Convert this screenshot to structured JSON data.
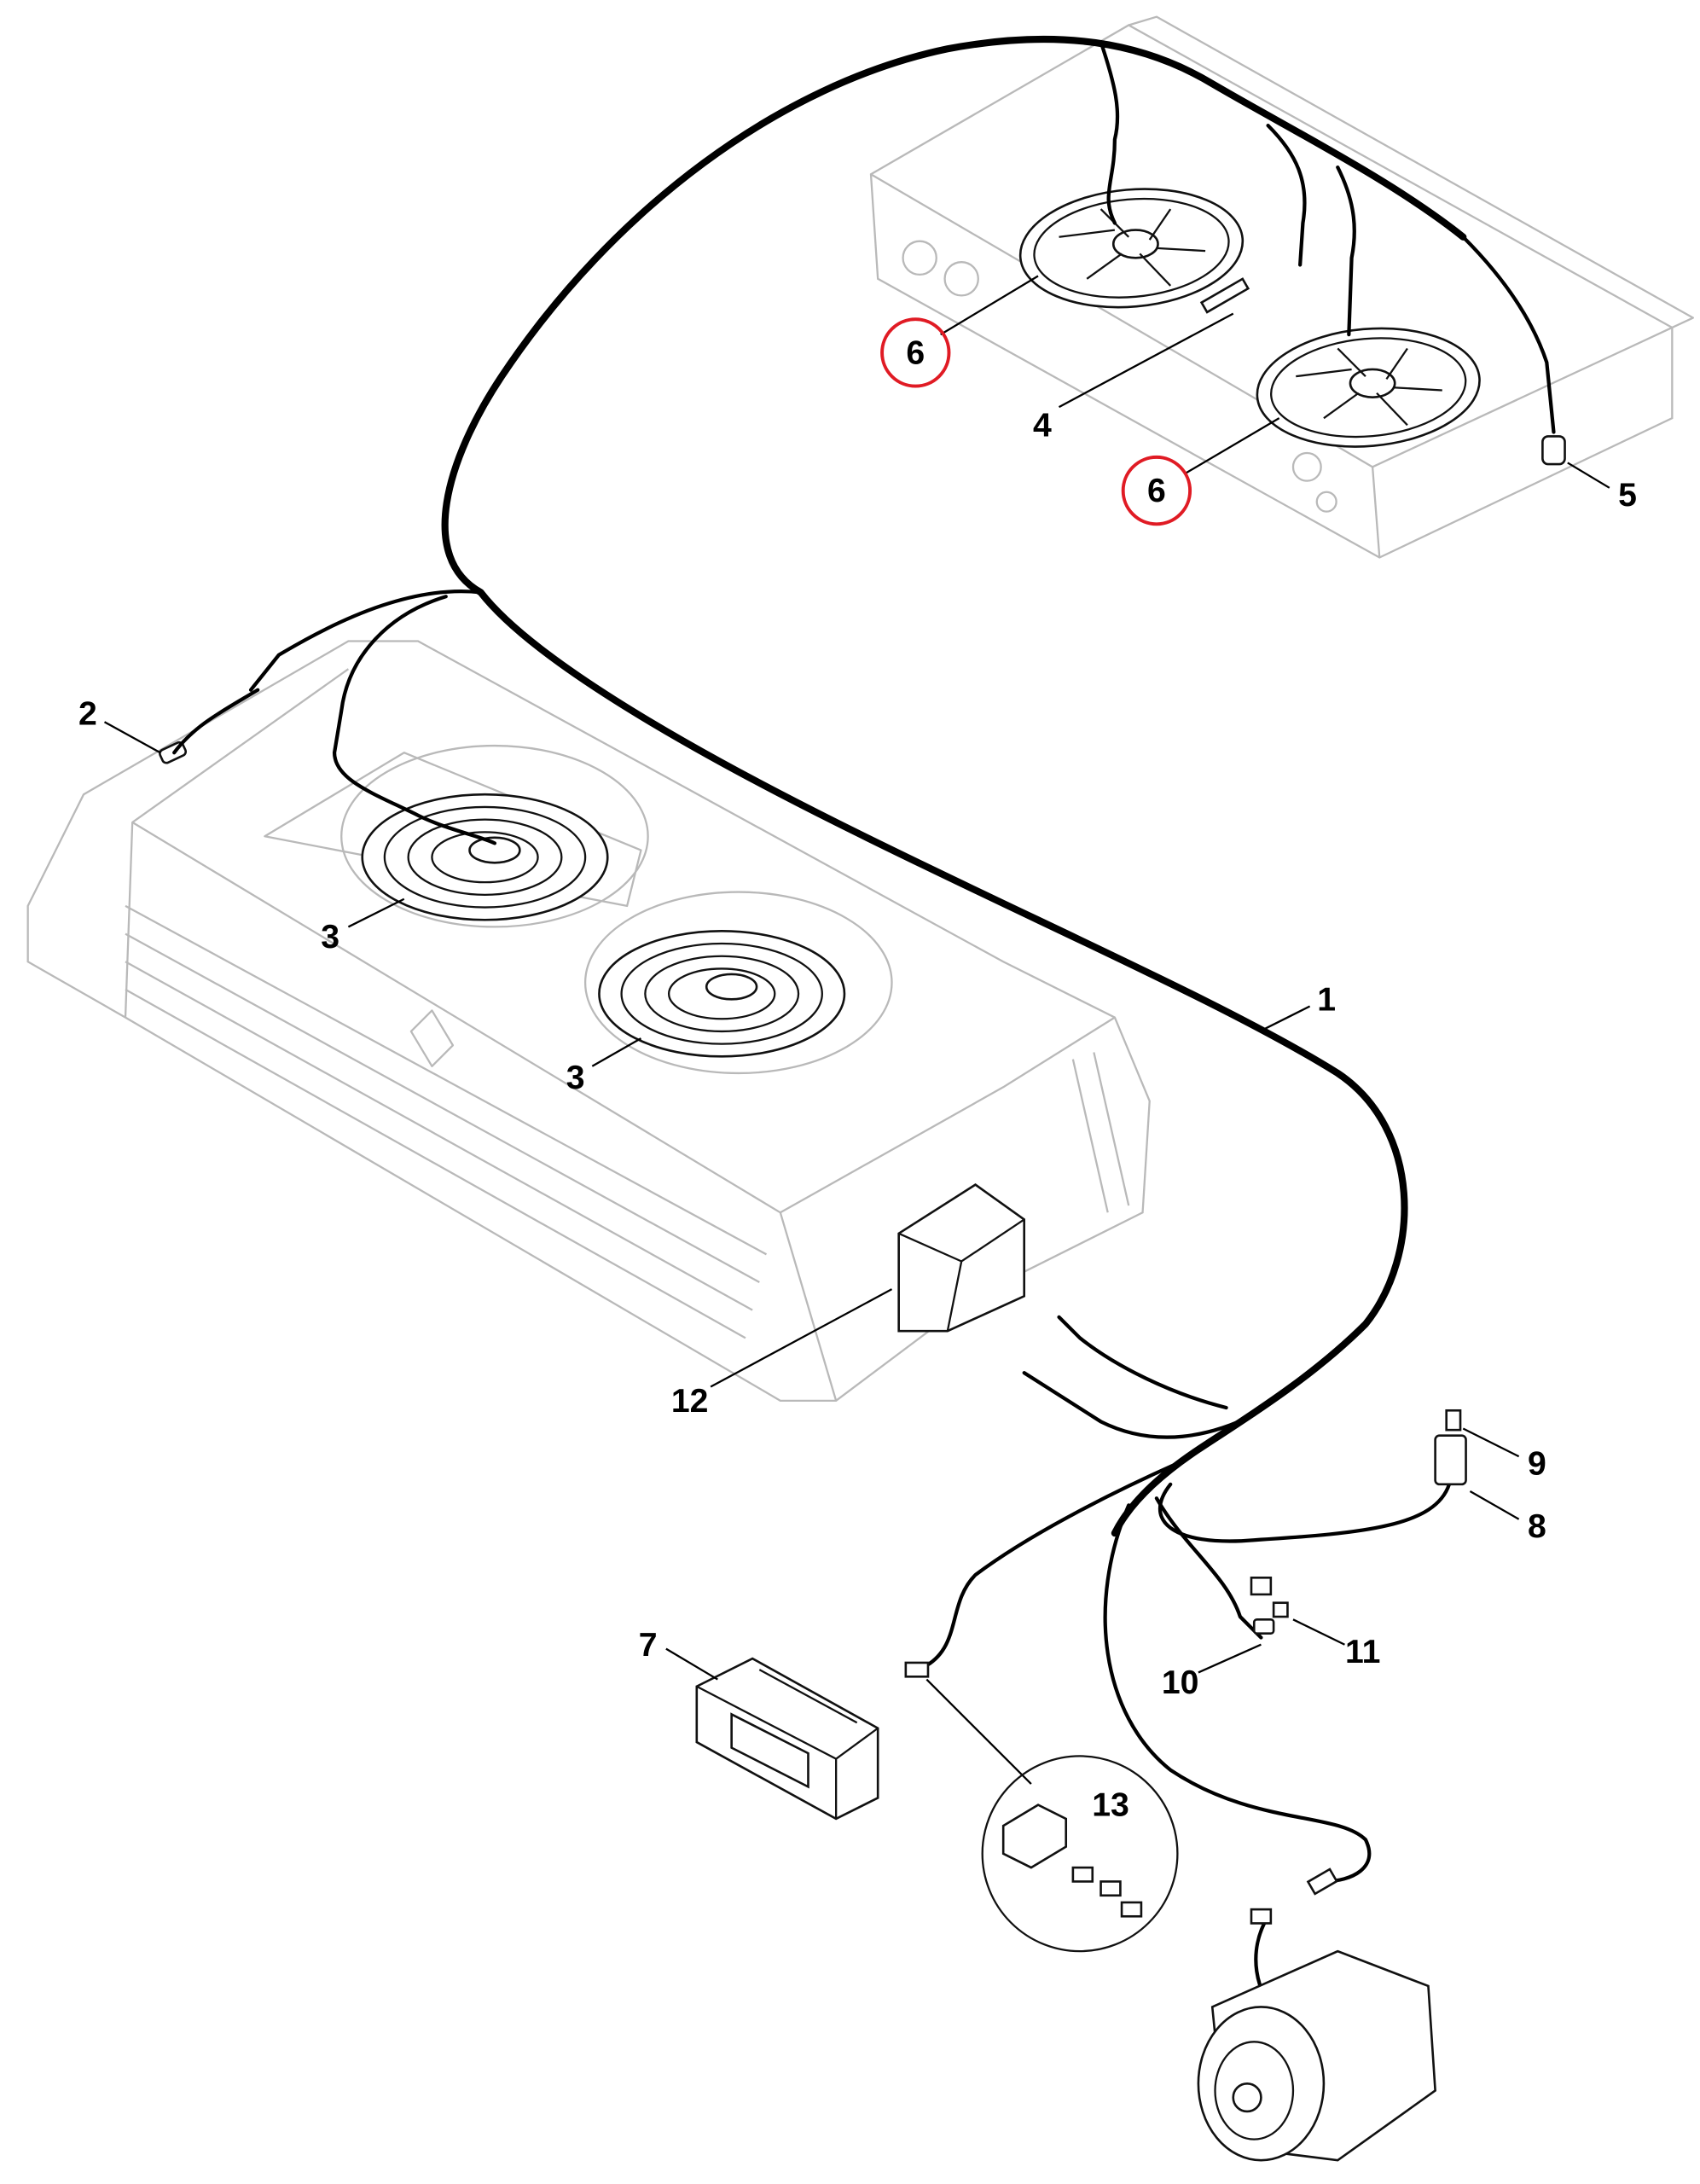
{
  "diagram": {
    "title": "Wiring harness parts diagram",
    "accent_color": "#e01b24",
    "callouts": [
      {
        "id": "c1",
        "label": "1",
        "part": "main-harness"
      },
      {
        "id": "c2",
        "label": "2",
        "part": "pressure-switch"
      },
      {
        "id": "c3a",
        "label": "3",
        "part": "condenser-fan"
      },
      {
        "id": "c3b",
        "label": "3",
        "part": "condenser-fan"
      },
      {
        "id": "c4",
        "label": "4",
        "part": "sensor"
      },
      {
        "id": "c5",
        "label": "5",
        "part": "connector"
      },
      {
        "id": "c6a",
        "label": "6",
        "part": "evaporator-fan",
        "highlighted": true
      },
      {
        "id": "c6b",
        "label": "6",
        "part": "evaporator-fan",
        "highlighted": true
      },
      {
        "id": "c7",
        "label": "7",
        "part": "controller-display"
      },
      {
        "id": "c8",
        "label": "8",
        "part": "fuse-holder"
      },
      {
        "id": "c9",
        "label": "9",
        "part": "fuse"
      },
      {
        "id": "c10",
        "label": "10",
        "part": "connector"
      },
      {
        "id": "c11",
        "label": "11",
        "part": "terminal"
      },
      {
        "id": "c12",
        "label": "12",
        "part": "cover-bracket"
      },
      {
        "id": "c13",
        "label": "13",
        "part": "connector-kit"
      }
    ]
  }
}
